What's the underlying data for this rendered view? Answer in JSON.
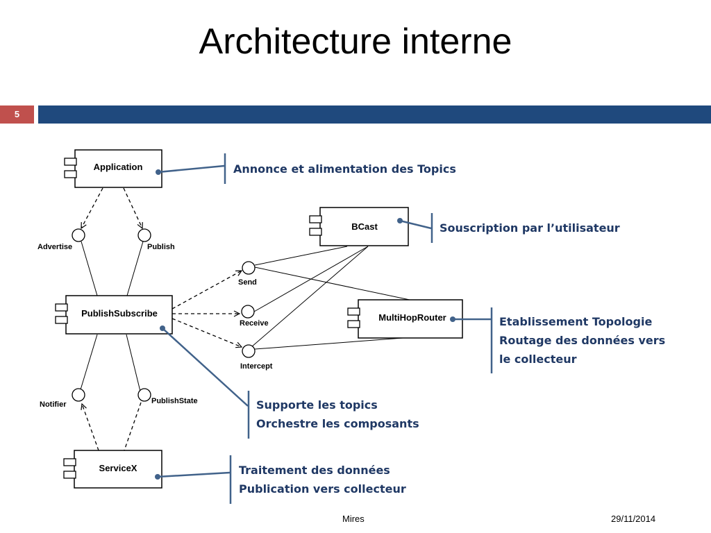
{
  "slide": {
    "title": "Architecture interne",
    "page_number": "5"
  },
  "components": {
    "application": "Application",
    "publishsubscribe": "PublishSubscribe",
    "servicex": "ServiceX",
    "bcast": "BCast",
    "multihoprouter": "MultiHopRouter"
  },
  "interfaces": {
    "advertise": "Advertise",
    "publish": "Publish",
    "notifier": "Notifier",
    "publishstate": "PublishState",
    "send": "Send",
    "receive": "Receive",
    "intercept": "Intercept"
  },
  "notes": {
    "application": [
      "Annonce et alimentation des Topics"
    ],
    "bcast": [
      "Souscription par l’utilisateur"
    ],
    "multihoprouter": [
      "Etablissement Topologie",
      "Routage des données vers",
      "le collecteur"
    ],
    "publishsubscribe": [
      "Supporte les topics",
      "Orchestre les composants"
    ],
    "servicex": [
      "Traitement des données",
      "Publication vers collecteur"
    ]
  },
  "footer": {
    "center": "Mires",
    "date": "29/11/2014"
  },
  "colors": {
    "badge": "#c0504d",
    "bar": "#1f497d",
    "connector": "#41628a",
    "note_text": "#1f3864"
  }
}
